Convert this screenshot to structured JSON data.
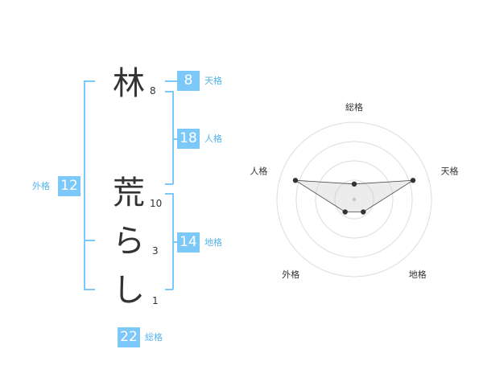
{
  "name": {
    "characters": [
      {
        "char": "林",
        "strokes": "8"
      },
      {
        "char": "荒",
        "strokes": "10"
      },
      {
        "char": "ら",
        "strokes": "3"
      },
      {
        "char": "し",
        "strokes": "1"
      }
    ]
  },
  "fortune": {
    "tenkaku": {
      "value": "8",
      "label": "天格"
    },
    "jinkaku": {
      "value": "18",
      "label": "人格"
    },
    "chikaku": {
      "value": "14",
      "label": "地格"
    },
    "gaikaku": {
      "value": "12",
      "label": "外格"
    },
    "soukaku": {
      "value": "22",
      "label": "総格"
    }
  },
  "colors": {
    "accent": "#7cc8f8",
    "label": "#55b4ee"
  },
  "chart_data": {
    "type": "radar",
    "axes": [
      "総格",
      "天格",
      "地格",
      "外格",
      "人格"
    ],
    "values": [
      0.2,
      0.8,
      0.2,
      0.2,
      0.8
    ],
    "rmax": 1,
    "rings": 4
  }
}
